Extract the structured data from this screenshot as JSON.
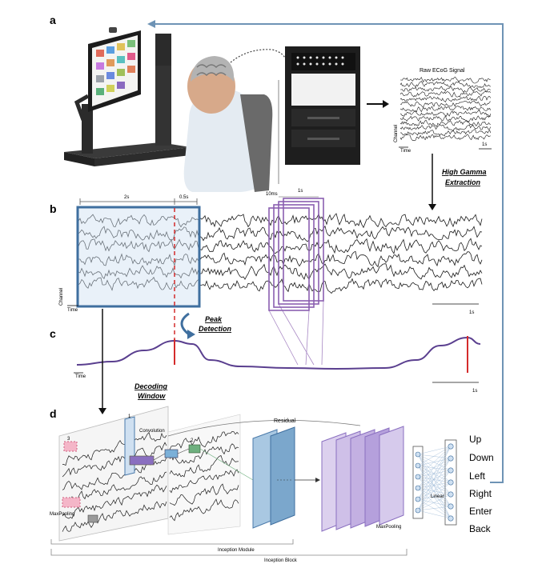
{
  "panels": {
    "a": "a",
    "b": "b",
    "c": "c",
    "d": "d"
  },
  "labels": {
    "raw_ecog": "Raw ECoG Signal",
    "high_gamma_1": "High Gamma",
    "high_gamma_2": "Extraction",
    "peak_1": "Peak",
    "peak_2": "Detection",
    "decoding_1": "Decoding",
    "decoding_2": "Window",
    "channel": "Channel",
    "time": "Time",
    "scale_1s": "1s",
    "dur_2s": "2s",
    "dur_05s": "0.5s",
    "dur_10ms": "10ms",
    "dur_1s_win": "1s",
    "residual": "Residual",
    "convolution": "Convolution",
    "maxpooling": "MaxPooling",
    "inception_module": "Inception Module",
    "inception_block": "Inception Block",
    "linear": "Linear",
    "num_1": "1",
    "num_2": "2",
    "num_3": "3"
  },
  "outputs": [
    "Up",
    "Down",
    "Left",
    "Right",
    "Enter",
    "Back"
  ],
  "colors": {
    "feedback_arrow": "#6e93b5",
    "decoding_box": "#3f6f9f",
    "window_purple": "#8a5fb0",
    "peak_red": "#d42b2b",
    "envelope": "#5a3f8f",
    "conv_blue": "#7bb0d8",
    "conv_purple": "#8a6fc0",
    "conv_green": "#6fb07f"
  }
}
